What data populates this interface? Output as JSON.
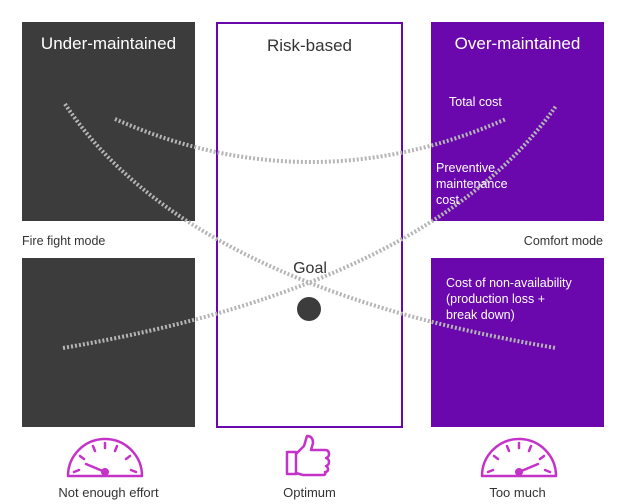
{
  "columns": {
    "left": {
      "title": "Under-maintained",
      "caption": "Not enough effort",
      "mode": "Fire fight mode"
    },
    "middle": {
      "title": "Risk-based",
      "caption": "Optimum",
      "goal": "Goal"
    },
    "right": {
      "title": "Over-maintained",
      "caption": "Too much",
      "mode": "Comfort mode"
    }
  },
  "curves": {
    "total_cost": "Total cost",
    "preventive": [
      "Preventive",
      "maintenance",
      "cost"
    ],
    "non_availability": [
      "Cost of non-availability",
      "(production loss +",
      "break down)"
    ]
  },
  "colors": {
    "dark": "#3c3c3c",
    "purple": "#6a07ad",
    "curve": "#b5b5b5",
    "accent_icon": "#c532c8"
  },
  "icons": {
    "left": "gauge-low-icon",
    "middle": "thumbs-up-icon",
    "right": "gauge-high-icon"
  }
}
